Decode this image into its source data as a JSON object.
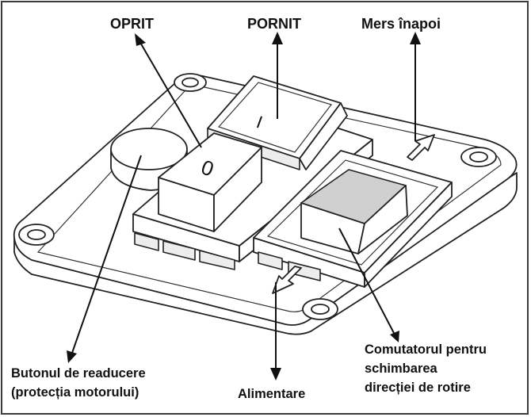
{
  "labels": {
    "off": "OPRIT",
    "on": "PORNIT",
    "reverse": "Mers înapoi",
    "reset_line1": "Butonul de readucere",
    "reset_line2": "(protecția motorului)",
    "power": "Alimentare",
    "switch_line1": "Comutatorul pentru",
    "switch_line2": "schimbarea",
    "switch_line3": "direcției de rotire"
  },
  "button_symbols": {
    "off_symbol": "0",
    "on_symbol": "I"
  }
}
